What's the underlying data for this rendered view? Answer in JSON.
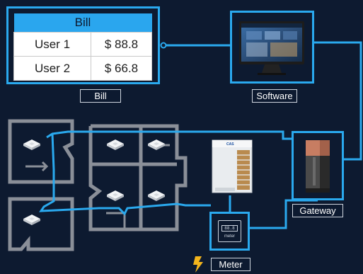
{
  "bill": {
    "header": "Bill",
    "rows": [
      {
        "user": "User 1",
        "amount": "$ 88.8"
      },
      {
        "user": "User 2",
        "amount": "$ 66.8"
      }
    ]
  },
  "labels": {
    "bill": "Bill",
    "software": "Software",
    "gateway": "Gateway",
    "meter": "Meter"
  },
  "meter_device": {
    "display": "88.8",
    "label": "meter"
  },
  "outdoor_unit": {
    "badge": "CAS"
  },
  "colors": {
    "background": "#0d1a30",
    "line": "#2aa9ee",
    "wall": "#8a8f98",
    "header": "#2aa6ee",
    "lightning": "#f4b51c"
  },
  "icons": [
    "monitor-icon",
    "ceiling-cassette-icon",
    "outdoor-unit-icon",
    "gateway-device-icon",
    "meter-device-icon",
    "lightning-icon"
  ]
}
